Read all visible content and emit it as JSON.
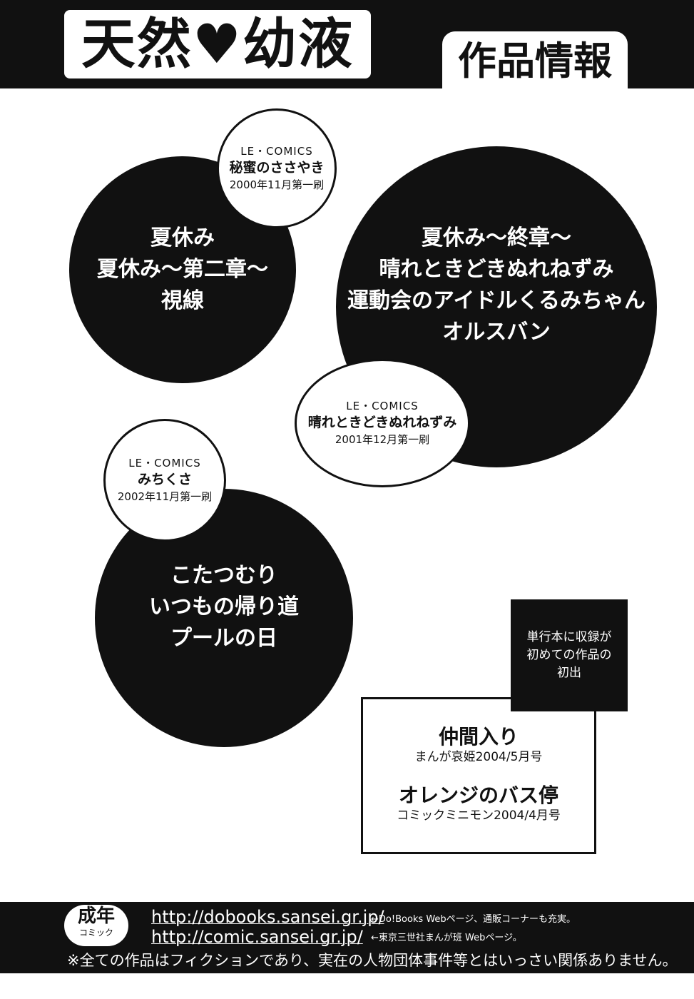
{
  "header": {
    "title": "天然♥幼液",
    "subtitle": "作品情報"
  },
  "circles": {
    "book1_label": "LE・COMICS",
    "book1_title": "秘蜜のささやき",
    "book1_date": "2000年11月第一刷",
    "book1_works": [
      "夏休み",
      "夏休み〜第二章〜",
      "視線"
    ],
    "book2_label": "LE・COMICS",
    "book2_title": "晴れときどきぬれねずみ",
    "book2_date": "2001年12月第一刷",
    "book2_works": [
      "夏休み〜終章〜",
      "晴れときどきぬれねずみ",
      "運動会のアイドルくるみちゃん",
      "オルスバン"
    ],
    "book3_label": "LE・COMICS",
    "book3_title": "みちくさ",
    "book3_date": "2002年11月第一刷",
    "book3_works": [
      "こたつむり",
      "いつもの帰り道",
      "プールの日"
    ]
  },
  "first_appearance": {
    "note_lines": [
      "単行本に収録が",
      "初めての作品の",
      "初出"
    ],
    "works": [
      {
        "title": "仲間入り",
        "source": "まんが哀姫2004/5月号"
      },
      {
        "title": "オレンジのバス停",
        "source": "コミックミニモン2004/4月号"
      }
    ]
  },
  "footer": {
    "badge_top": "成年",
    "badge_bottom": "コミック",
    "url1": "http://dobooks.sansei.gr.jp/",
    "url1_note": "←Do!Books Webページ、通販コーナーも充実。",
    "url2": "http://comic.sansei.gr.jp/",
    "url2_note": "←東京三世社まんが班 Webページ。",
    "disclaimer": "※全ての作品はフィクションであり、実在の人物団体事件等とはいっさい関係ありません。"
  },
  "colors": {
    "ink": "#111111",
    "paper": "#ffffff"
  }
}
